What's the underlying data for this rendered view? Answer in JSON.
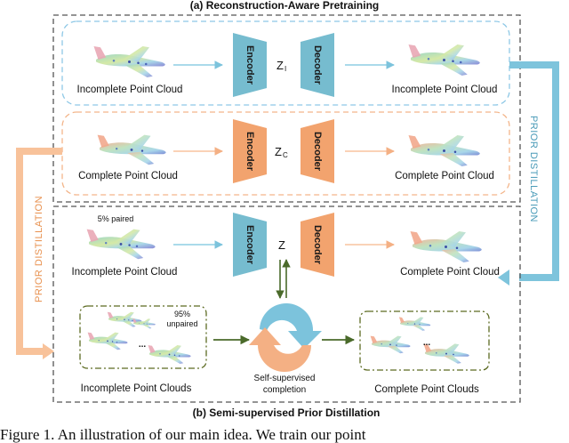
{
  "section_a": {
    "title": "(a)  Reconstruction-Aware Pretraining"
  },
  "section_b": {
    "title": "(b) Semi-supervised Prior Distillation"
  },
  "row_incomplete": {
    "input_label": "Incomplete Point Cloud",
    "encoder": "Encoder",
    "latent_main": "Z",
    "latent_sub": "I",
    "decoder": "Decoder",
    "output_label": "Incomplete Point Cloud"
  },
  "row_complete": {
    "input_label": "Complete Point Cloud",
    "encoder": "Encoder",
    "latent_main": "Z",
    "latent_sub": "C",
    "decoder": "Decoder",
    "output_label": "Complete Point Cloud"
  },
  "row_distill": {
    "paired_note": "5% paired",
    "input_label": "Incomplete Point Cloud",
    "encoder": "Encoder",
    "latent": "Z",
    "decoder": "Decoder",
    "output_label": "Complete Point Cloud"
  },
  "unpaired": {
    "note_line1": "95%",
    "note_line2": "unpaired",
    "ellipsis": "...",
    "input_label": "Incomplete Point Clouds",
    "cycle_label_line1": "Self-supervised",
    "cycle_label_line2": "completion",
    "output_ellipsis": "...",
    "output_label": "Complete Point Clouds"
  },
  "prior_distillation_left": "PRIOR DISTILLATION",
  "prior_distillation_right": "PRIOR DISTILLATION",
  "caption": "Figure 1.   An illustration of our main idea.   We train our point",
  "colors": {
    "encoder_blue": "#76bccf",
    "decoder_orange": "#f2a36e",
    "blue_box_border": "#8ec8e6",
    "orange_box_border": "#f3b58a",
    "olive_box_border": "#5c6b22",
    "arrow_blue": "#8ecde3",
    "arrow_orange": "#f8c39f",
    "arrow_green": "#4a6a2a",
    "band_blue": "#7ec4dc",
    "band_orange": "#f8c29a",
    "distill_text_blue": "#4a9bb8",
    "distill_text_orange": "#e8914f"
  }
}
